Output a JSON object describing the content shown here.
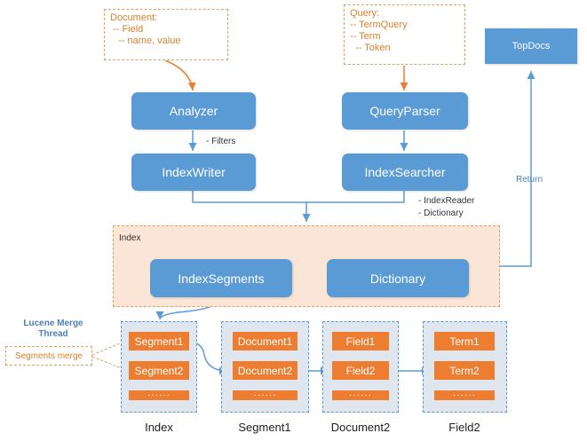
{
  "notes": {
    "document": "Document:\n -- Field\n   -- name, value",
    "query": "Query:\n-- TermQuery\n-- Term\n  -- Token"
  },
  "boxes": {
    "analyzer": "Analyzer",
    "queryparser": "QueryParser",
    "indexwriter": "IndexWriter",
    "indexsearcher": "IndexSearcher",
    "topdocs": "TopDocs",
    "indexsegments": "IndexSegments",
    "dictionary": "Dictionary"
  },
  "labels": {
    "filters": "- Filters",
    "indexreader": "- IndexReader",
    "dictionary": "- Dictionary",
    "return": "Return",
    "index_title": "Index"
  },
  "merge": {
    "thread_title": "Lucene Merge Thread",
    "segments_merge": "Segments merge"
  },
  "groups": [
    {
      "items": [
        "Segment1",
        "Segment2",
        "······"
      ],
      "label": "Index"
    },
    {
      "items": [
        "Document1",
        "Document2",
        "······"
      ],
      "label": "Segment1"
    },
    {
      "items": [
        "Field1",
        "Field2",
        "······"
      ],
      "label": "Document2"
    },
    {
      "items": [
        "Term1",
        "Term2",
        "······"
      ],
      "label": "Field2"
    }
  ],
  "colors": {
    "blue_box": "#5b9bd5",
    "orange_box": "#ed7d31",
    "note_border": "#e0a060",
    "index_fill": "#fbe5d6"
  }
}
